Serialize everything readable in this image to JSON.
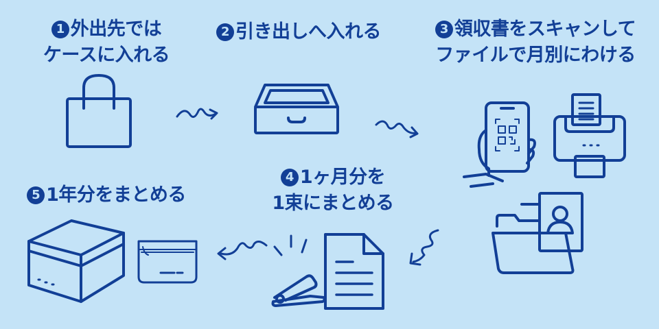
{
  "steps": [
    {
      "number": "1",
      "lines": [
        "外出先では",
        "ケースに入れる"
      ]
    },
    {
      "number": "2",
      "lines": [
        "引き出しへ入れる"
      ]
    },
    {
      "number": "3",
      "lines": [
        "領収書をスキャンして",
        "ファイルで月別にわける"
      ]
    },
    {
      "number": "4",
      "lines": [
        "1ヶ月分を",
        "1束にまとめる"
      ]
    },
    {
      "number": "5",
      "lines": [
        "1年分をまとめる"
      ]
    }
  ],
  "colors": {
    "background": "#c4e3f7",
    "ink": "#123f96"
  },
  "icons": [
    "shopping-bag-icon",
    "drawer-tray-icon",
    "smartphone-qr-icon",
    "scanner-printer-icon",
    "folder-documents-icon",
    "stapler-icon",
    "document-icon",
    "storage-box-icon",
    "zipper-pouch-icon",
    "curly-arrow-icon"
  ]
}
